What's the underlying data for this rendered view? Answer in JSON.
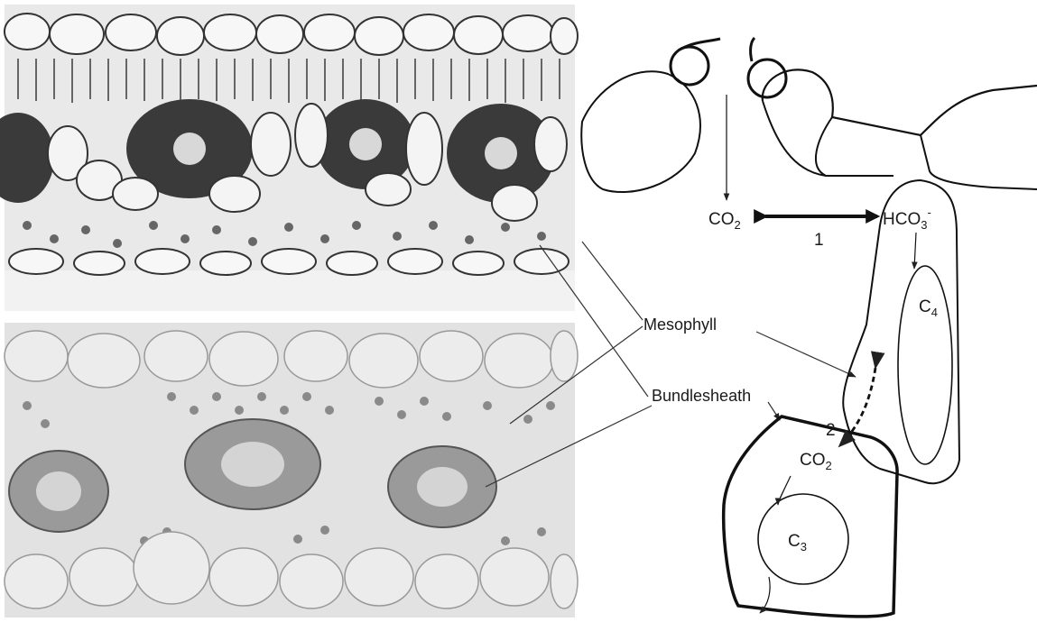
{
  "labels": {
    "co2_mesophyll": "CO",
    "co2_sub": "2",
    "hco3": "HCO",
    "hco3_sub": "3",
    "hco3_sup": "-",
    "step1": "1",
    "c4": "C",
    "c4_sub": "4",
    "mesophyll": "Mesophyll",
    "bundlesheath": "Bundlesheath",
    "step2": "2",
    "co2_bundle": "CO",
    "co2_bundle_sub": "2",
    "c3": "C",
    "c3_sub": "3"
  }
}
